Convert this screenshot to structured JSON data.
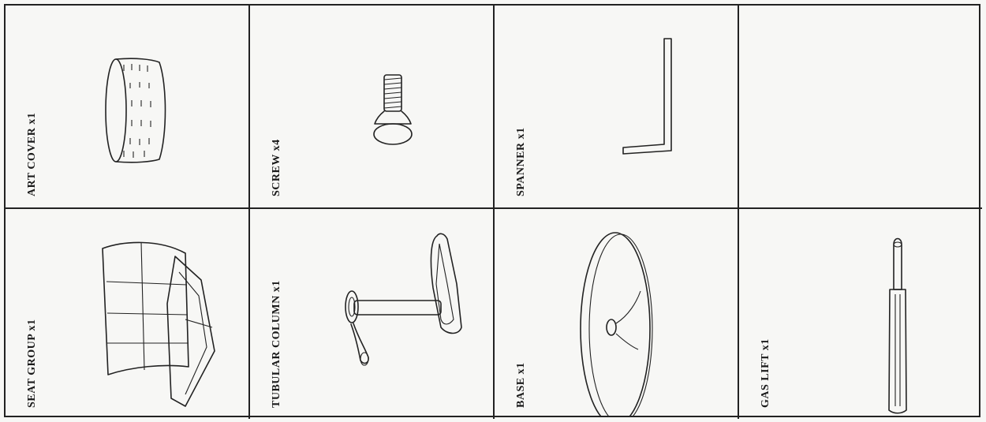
{
  "parts": [
    {
      "label": "ART COVER x1",
      "icon": "art-cover-icon"
    },
    {
      "label": "SCREW  x4",
      "icon": "screw-icon"
    },
    {
      "label": "SPANNER x1",
      "icon": "spanner-icon"
    },
    {
      "label": "",
      "icon": ""
    },
    {
      "label": "SEAT GROUP x1",
      "icon": "seat-group-icon"
    },
    {
      "label": "TUBULAR COLUMN x1",
      "icon": "tubular-column-icon"
    },
    {
      "label": "BASE  x1",
      "icon": "base-icon"
    },
    {
      "label": "GAS LIFT  x1",
      "icon": "gas-lift-icon"
    }
  ]
}
